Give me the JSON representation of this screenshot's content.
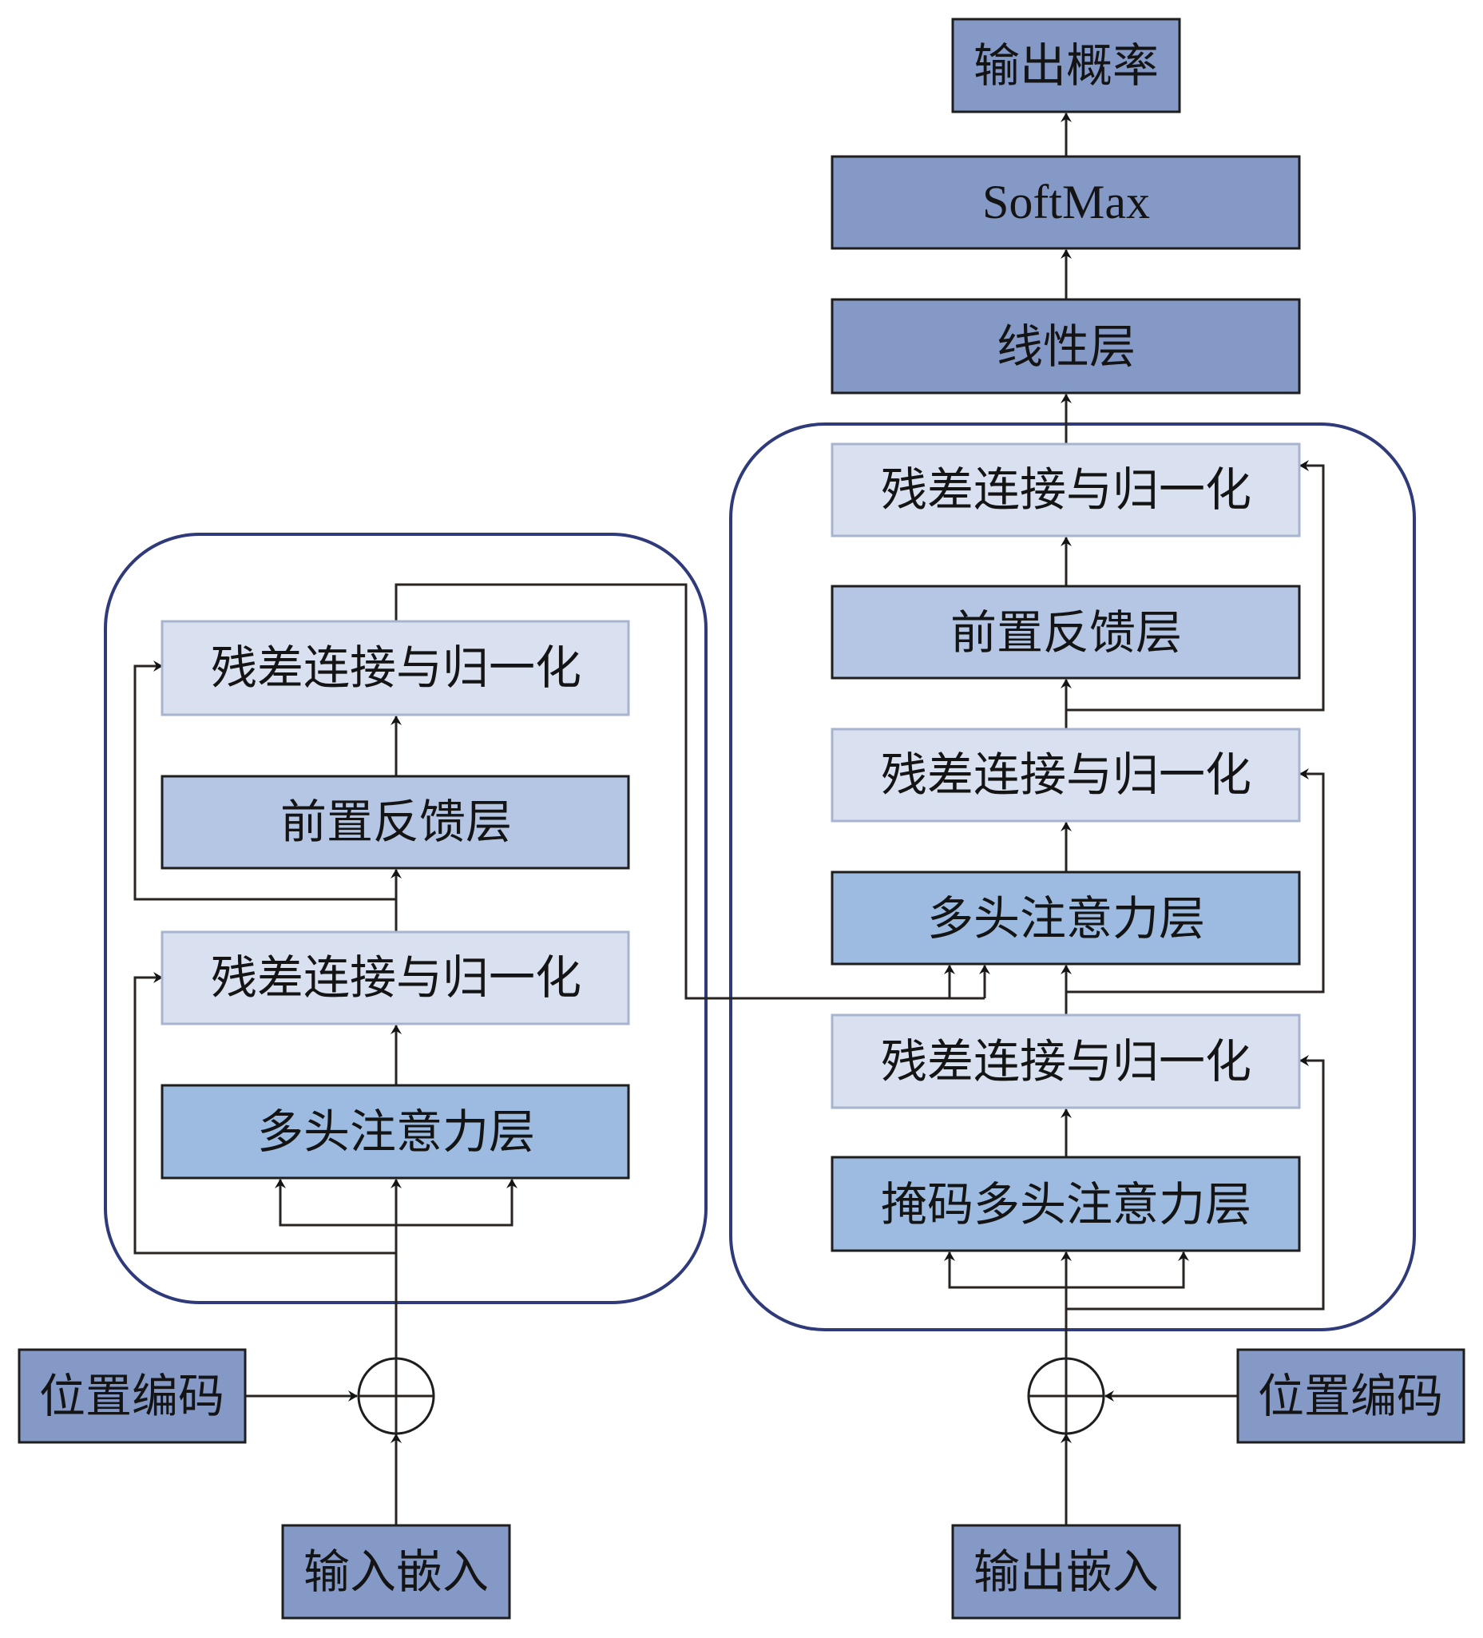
{
  "diagram": {
    "type": "transformer-architecture",
    "encoder": {
      "input_embedding": "输入嵌入",
      "positional_encoding": "位置编码",
      "multi_head_attention": "多头注意力层",
      "add_norm_1": "残差连接与归一化",
      "feed_forward": "前置反馈层",
      "add_norm_2": "残差连接与归一化"
    },
    "decoder": {
      "output_embedding": "输出嵌入",
      "positional_encoding": "位置编码",
      "masked_multi_head_attention": "掩码多头注意力层",
      "add_norm_1": "残差连接与归一化",
      "multi_head_attention": "多头注意力层",
      "add_norm_2": "残差连接与归一化",
      "feed_forward": "前置反馈层",
      "add_norm_3": "残差连接与归一化"
    },
    "head": {
      "linear": "线性层",
      "softmax": "SoftMax",
      "output_probabilities": "输出概率"
    },
    "colors": {
      "dark_box": "#8599c7",
      "feed_forward_box": "#b4c6e4",
      "attention_box": "#9dbbe0",
      "add_norm_box": "#d9e0f0",
      "container_stroke": "#2e3a7a",
      "wire": "#2a2420"
    }
  }
}
